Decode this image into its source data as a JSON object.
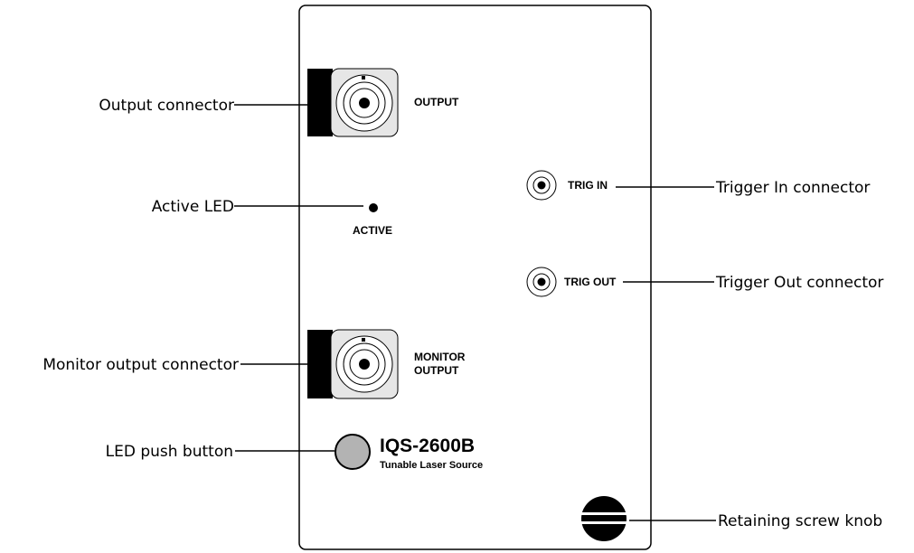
{
  "callouts": {
    "output_connector": "Output connector",
    "active_led": "Active LED",
    "monitor_output_connector": "Monitor output connector",
    "led_push_button": "LED push button",
    "trigger_in_connector": "Trigger In connector",
    "trigger_out_connector": "Trigger Out connector",
    "retaining_screw_knob": "Retaining screw knob"
  },
  "panel": {
    "output_label": "OUTPUT",
    "active_label": "ACTIVE",
    "trig_in_label": "TRIG IN",
    "trig_out_label": "TRIG OUT",
    "monitor_label_line1": "MONITOR",
    "monitor_label_line2": "OUTPUT",
    "model": "IQS-2600B",
    "subtitle": "Tunable Laser Source"
  }
}
